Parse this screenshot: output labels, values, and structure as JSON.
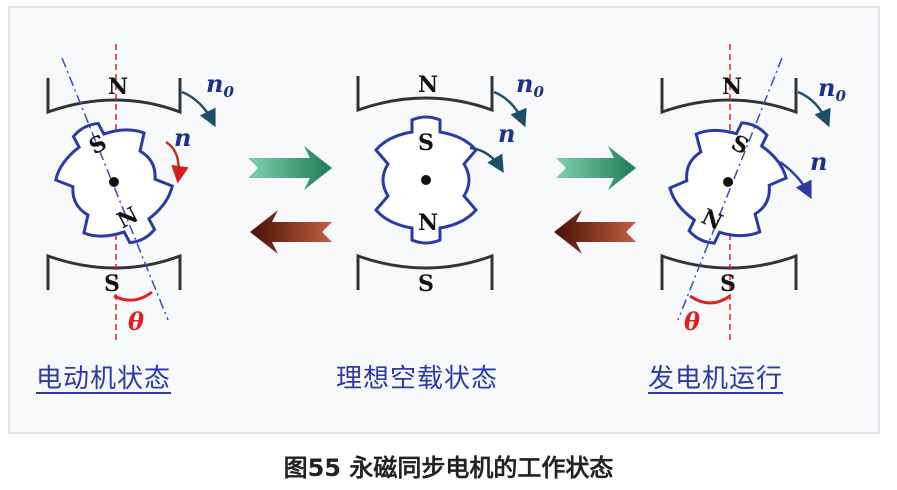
{
  "panels": [
    {
      "id": "motor",
      "label": "电动机状态",
      "stator_top": "N",
      "stator_bottom": "S",
      "rotor_top": "S",
      "rotor_bottom": "N",
      "n0": "n0",
      "n": "n",
      "theta": "θ"
    },
    {
      "id": "idle",
      "label": "理想空载状态",
      "stator_top": "N",
      "stator_bottom": "S",
      "rotor_top": "S",
      "rotor_bottom": "N",
      "n0": "n0",
      "n": "n"
    },
    {
      "id": "generator",
      "label": "发电机运行",
      "stator_top": "N",
      "stator_bottom": "S",
      "rotor_top": "S",
      "rotor_bottom": "N",
      "n0": "n0",
      "n": "n",
      "theta": "θ"
    }
  ],
  "caption": "图55 永磁同步电机的工作状态",
  "colors": {
    "arrow_forward": "#2e8b6a",
    "arrow_backward": "#6b1f14",
    "rotor_stroke": "#2b3aa8",
    "rotor_fill": "#ffffff",
    "stator_stroke": "#333333",
    "axis_red": "#e02020",
    "axis_blue": "#3a4bb5",
    "label_blue": "#2b3aa8"
  }
}
